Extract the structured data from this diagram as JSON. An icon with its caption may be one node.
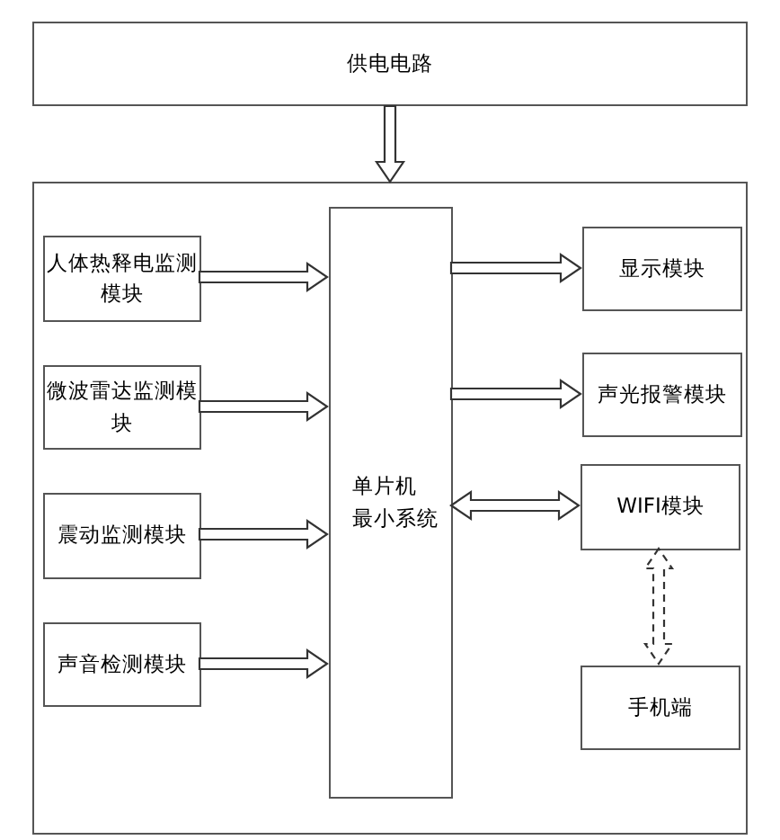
{
  "diagram": {
    "nodes": [
      {
        "text": [
          "供电电路"
        ]
      },
      {
        "text": [],
        "shape": "box"
      },
      {
        "text": [
          "人体热释电监测模块"
        ],
        "in": 1
      },
      {
        "text": [
          "微波雷达监测模块"
        ],
        "in": 1
      },
      {
        "text": [
          "震动监测模块"
        ],
        "in": 1
      },
      {
        "text": [
          "声音检测模块"
        ],
        "in": 1
      },
      {
        "text": [
          "单片机",
          "最小系统"
        ],
        "in": 1
      },
      {
        "text": [
          "显示模块"
        ],
        "in": 1
      },
      {
        "text": [
          "声光报警模块"
        ],
        "in": 1
      },
      {
        "text": [
          "WIFI模块"
        ],
        "in": 1
      },
      {
        "text": [
          "手机端"
        ],
        "in": 1
      }
    ],
    "edges": [
      {
        "from": 0,
        "to": 1,
        "arrow": "to"
      },
      {
        "from": 2,
        "to": 6,
        "arrow": "to"
      },
      {
        "from": 3,
        "to": 6,
        "arrow": "to"
      },
      {
        "from": 4,
        "to": 6,
        "arrow": "to"
      },
      {
        "from": 5,
        "to": 6,
        "arrow": "to"
      },
      {
        "from": 6,
        "to": 7,
        "arrow": "to"
      },
      {
        "from": 6,
        "to": 8,
        "arrow": "to"
      },
      {
        "from": 6,
        "to": 9,
        "arrow": "both"
      },
      {
        "from": 9,
        "to": 10,
        "arrow": "both",
        "style": "dashed"
      }
    ]
  }
}
